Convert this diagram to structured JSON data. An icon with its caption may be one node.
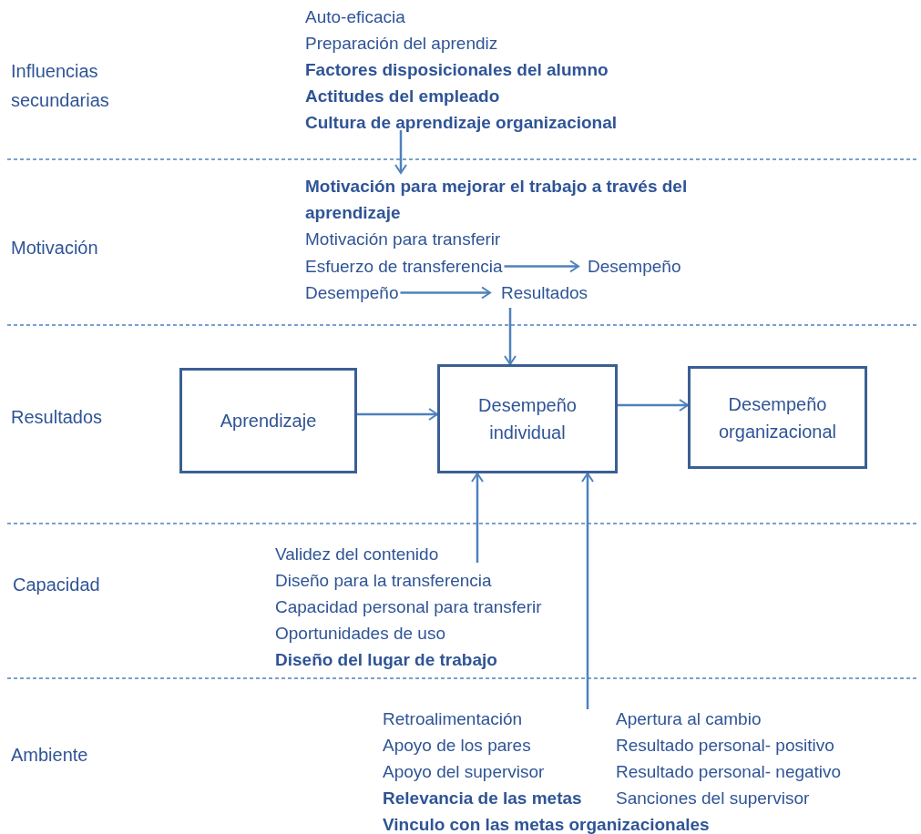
{
  "diagram": {
    "nodes": [
      {
        "text": [
          "Auto-eficacia",
          "Preparación del aprendiz",
          "**Factores disposicionales del alumno**",
          "**Actitudes del empleado**",
          "**Cultura de aprendizaje organizacional**"
        ]
      },
      {
        "text": [
          "**Motivación para mejorar el trabajo a través del aprendizaje**",
          "Motivación para transferir"
        ]
      },
      {
        "text": [
          "Esfuerzo de transferencia"
        ]
      },
      {
        "text": [
          "Desempeño"
        ]
      },
      {
        "text": [
          "Desempeño"
        ]
      },
      {
        "text": [
          "Resultados"
        ]
      },
      {
        "text": [
          "Aprendizaje"
        ]
      },
      {
        "text": [
          "Desempeño individual"
        ]
      },
      {
        "text": [
          "Desempeño organizacional"
        ]
      },
      {
        "text": [
          "Validez del contenido",
          "Diseño para la transferencia",
          "Capacidad personal para transferir",
          "Oportunidades de uso",
          "**Diseño del lugar de trabajo**"
        ]
      },
      {
        "text": [
          "Retroalimentación",
          "Apoyo de los pares",
          "Apoyo del supervisor",
          "**Relevancia de las metas**",
          "**Vinculo con las metas organizacionales**"
        ]
      },
      {
        "text": [
          "Apertura al cambio",
          "Resultado personal- positivo",
          "Resultado personal- negativo",
          "Sanciones del supervisor"
        ]
      }
    ],
    "edges": [
      {
        "from": 0,
        "to": 1,
        "arrow": "to"
      },
      {
        "from": 2,
        "to": 3,
        "arrow": "to"
      },
      {
        "from": 4,
        "to": 5,
        "arrow": "to"
      },
      {
        "from": 5,
        "to": 7,
        "arrow": "to"
      },
      {
        "from": 6,
        "to": 7,
        "arrow": "to"
      },
      {
        "from": 7,
        "to": 8,
        "arrow": "to"
      },
      {
        "from": 9,
        "to": 7,
        "arrow": "to"
      },
      {
        "from": 10,
        "to": 7,
        "arrow": "to"
      }
    ],
    "labels": [
      "Influencias secundarias",
      "Motivación",
      "Resultados",
      "Capacidad",
      "Ambiente"
    ]
  }
}
